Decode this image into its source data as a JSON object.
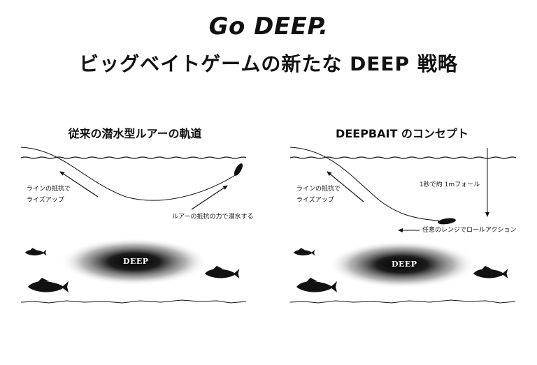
{
  "header": {
    "title_main": "Go DEEP.",
    "title_sub": "ビッグベイトゲームの新たな DEEP 戦略"
  },
  "left_panel": {
    "title": "従来の潜水型ルアーの軌道",
    "line_label_1": "ラインの抵抗で",
    "line_label_2": "ライズアップ",
    "lure_label": "ルアーの抵抗の力で潜水する",
    "deep_label": "DEEP"
  },
  "right_panel": {
    "title": "DEEPBAIT のコンセプト",
    "line_label_1": "ラインの抵抗で",
    "line_label_2": "ライズアップ",
    "fall_label": "1秒で約 1mフォール",
    "action_label": "任意のレンジでロールアクション",
    "deep_label": "DEEP"
  }
}
